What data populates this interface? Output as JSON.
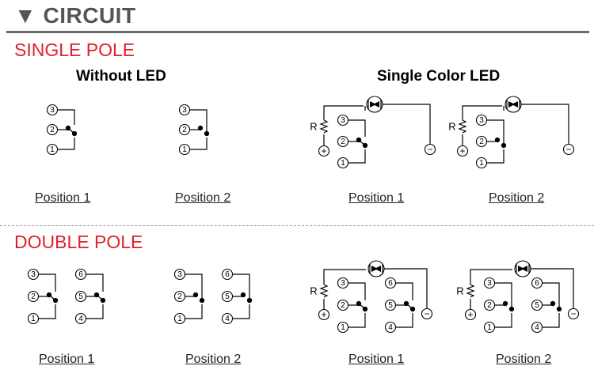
{
  "header": {
    "arrow": "▼",
    "title": "CIRCUIT"
  },
  "single_pole": {
    "title": "SINGLE POLE",
    "without_led": {
      "title": "Without LED",
      "positions": [
        "Position 1",
        "Position 2"
      ]
    },
    "single_color_led": {
      "title": "Single Color LED",
      "positions": [
        "Position 1",
        "Position 2"
      ]
    }
  },
  "double_pole": {
    "title": "DOUBLE POLE",
    "positions": [
      "Position 1",
      "Position 2",
      "Position 1",
      "Position 2"
    ]
  },
  "symbols": {
    "resistor": "R",
    "plus": "+",
    "minus": "−",
    "terminals_pole_a": [
      "3",
      "2",
      "1"
    ],
    "terminals_pole_b": [
      "6",
      "5",
      "4"
    ]
  },
  "colors": {
    "accent": "#e0202a",
    "header": "#555555"
  }
}
